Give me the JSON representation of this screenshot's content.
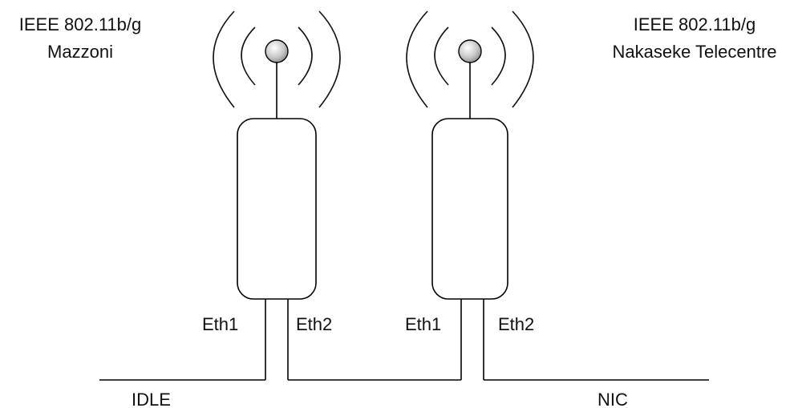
{
  "routers": [
    {
      "standard": "IEEE 802.11b/g",
      "site": "Mazzoni",
      "port1": "Eth1",
      "port2": "Eth2"
    },
    {
      "standard": "IEEE 802.11b/g",
      "site": "Nakaseke Telecentre",
      "port1": "Eth1",
      "port2": "Eth2"
    }
  ],
  "networks": {
    "left": "IDLE",
    "right": "NIC"
  },
  "colors": {
    "line": "#000000",
    "antenna_ball": "#c8c8c8"
  }
}
